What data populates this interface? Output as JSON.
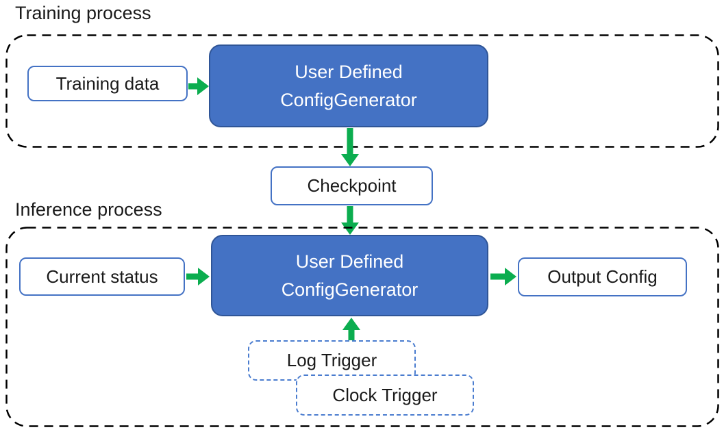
{
  "colors": {
    "accentBlue": "#4472C4",
    "accentBlueDark": "#2F5597",
    "triggerBlue": "#4A7CCF",
    "arrowGreen": "#0BAD4F",
    "textDark": "#1A1A1A",
    "textLight": "#FFFFFF",
    "sectionOutline": "#000000"
  },
  "sections": {
    "training": {
      "label": "Training process"
    },
    "inference": {
      "label": "Inference process"
    }
  },
  "nodes": {
    "training_data": {
      "label": "Training data"
    },
    "config_generator_training": {
      "line1": "User Defined",
      "line2": "ConfigGenerator"
    },
    "checkpoint": {
      "label": "Checkpoint"
    },
    "current_status": {
      "label": "Current status"
    },
    "config_generator_inference": {
      "line1": "User Defined",
      "line2": "ConfigGenerator"
    },
    "output_config": {
      "label": "Output Config"
    },
    "log_trigger": {
      "label": "Log Trigger"
    },
    "clock_trigger": {
      "label": "Clock Trigger"
    }
  }
}
